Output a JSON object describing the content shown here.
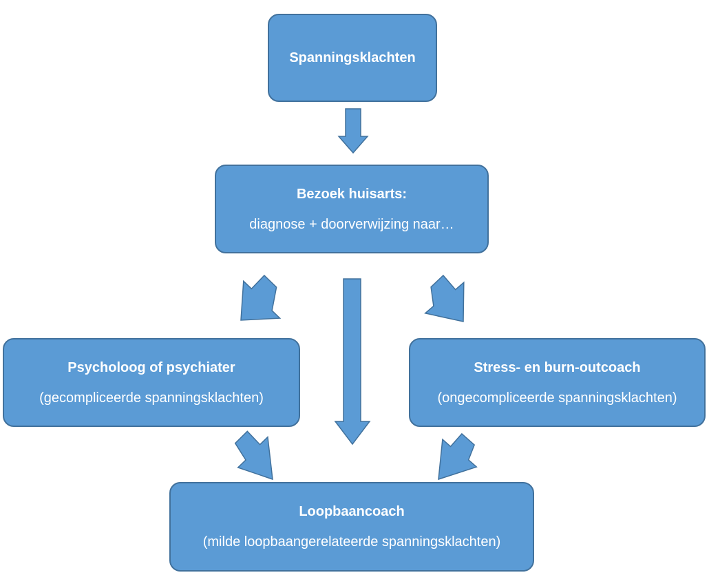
{
  "colors": {
    "box_fill": "#5b9bd5",
    "box_border": "#41719c",
    "text": "#ffffff"
  },
  "nodes": {
    "spanningsklachten": {
      "title": "Spanningsklachten"
    },
    "huisarts": {
      "title": "Bezoek huisarts:",
      "subtitle": "diagnose + doorverwijzing naar…"
    },
    "psycholoog": {
      "title": "Psycholoog of psychiater",
      "subtitle": "(gecompliceerde spanningsklachten)"
    },
    "stresscoach": {
      "title": "Stress- en burn-outcoach",
      "subtitle": "(ongecompliceerde spanningsklachten)"
    },
    "loopbaancoach": {
      "title": "Loopbaancoach",
      "subtitle": "(milde loopbaangerelateerde spanningsklachten)"
    }
  },
  "edges": [
    {
      "from": "spanningsklachten",
      "to": "huisarts"
    },
    {
      "from": "huisarts",
      "to": "psycholoog"
    },
    {
      "from": "huisarts",
      "to": "loopbaancoach"
    },
    {
      "from": "huisarts",
      "to": "stresscoach"
    },
    {
      "from": "psycholoog",
      "to": "loopbaancoach"
    },
    {
      "from": "stresscoach",
      "to": "loopbaancoach"
    }
  ]
}
